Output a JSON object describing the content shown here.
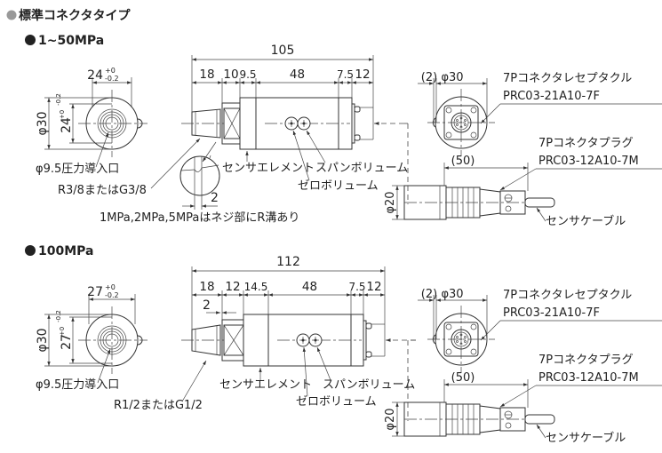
{
  "header": {
    "title": "標準コネクタタイプ",
    "bullet_color": "#999999"
  },
  "sections": [
    {
      "title": "1~50MPa",
      "end_view": {
        "width": "24",
        "tol_plus": "+0",
        "tol_minus": "-0.2",
        "diameter": "φ30",
        "height": "24",
        "inlet_label": "φ9.5圧力導入口"
      },
      "side_view": {
        "total": "105",
        "segments": [
          "18",
          "10",
          "9.5",
          "48",
          "7.5",
          "12"
        ],
        "thread_label": "R3/8またはG3/8",
        "sensor_label": "センサエレメント",
        "span_label": "スパンボリューム",
        "zero_label": "ゼロボリューム",
        "groove_dim": "2",
        "groove_note": "1MPa,2MPa,5MPaはネジ部にR溝あり"
      },
      "receptacle": {
        "gap": "(2)",
        "diameter": "φ30",
        "name": "7Pコネクタレセプタクル",
        "part": "PRC03-21A10-7F"
      },
      "plug": {
        "length": "(50)",
        "diameter": "φ20",
        "name": "7Pコネクタプラグ",
        "part": "PRC03-12A10-7M",
        "cable_label": "センサケーブル"
      }
    },
    {
      "title": "100MPa",
      "end_view": {
        "width": "27",
        "tol_plus": "+0",
        "tol_minus": "-0.2",
        "diameter": "φ30",
        "height": "27",
        "inlet_label": "φ9.5圧力導入口"
      },
      "side_view": {
        "total": "112",
        "segments": [
          "18",
          "12",
          "14.5",
          "48",
          "7.5",
          "12"
        ],
        "thread_label": "R1/2またはG1/2",
        "sensor_label": "センサエレメント",
        "span_label": "スパンボリューム",
        "zero_label": "ゼロボリューム",
        "step_dim": "2"
      },
      "receptacle": {
        "gap": "(2)",
        "diameter": "φ30",
        "name": "7Pコネクタレセプタクル",
        "part": "PRC03-21A10-7F"
      },
      "plug": {
        "length": "(50)",
        "diameter": "φ20",
        "name": "7Pコネクタプラグ",
        "part": "PRC03-12A10-7M",
        "cable_label": "センサケーブル"
      }
    }
  ]
}
